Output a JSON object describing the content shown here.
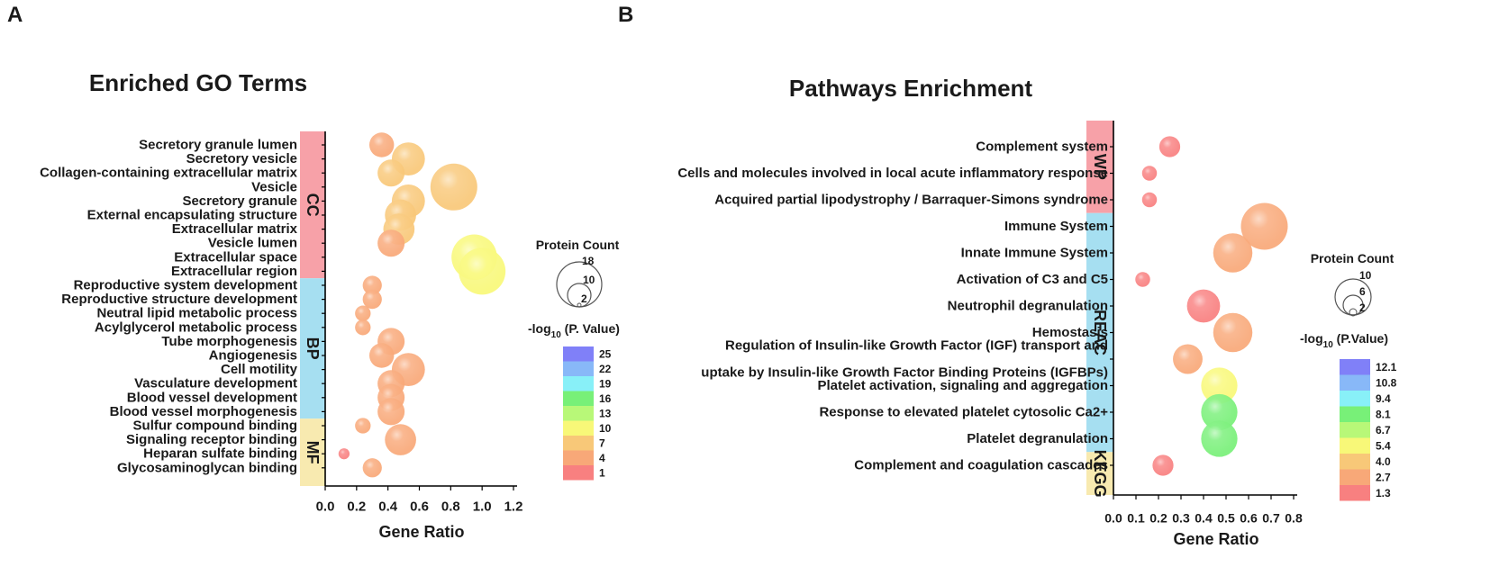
{
  "panel_labels": [
    "A",
    "B"
  ],
  "chart_data": [
    {
      "type": "scatter",
      "subtype": "bubble",
      "title": "Enriched GO Terms",
      "xlabel": "Gene Ratio",
      "xlim": [
        0,
        1.2
      ],
      "xticks": [
        "0.0",
        "0.2",
        "0.4",
        "0.6",
        "0.8",
        "1.0",
        "1.2"
      ],
      "categories": [
        "Secretory granule lumen",
        "Secretory vesicle",
        "Collagen-containing extracellular matrix",
        "Vesicle",
        "Secretory granule",
        "External encapsulating structure",
        "Extracellular matrix",
        "Vesicle lumen",
        "Extracellular space",
        "Extracellular region",
        "Reproductive system development",
        "Reproductive structure development",
        "Neutral lipid metabolic process",
        "Acylglycerol metabolic process",
        "Tube morphogenesis",
        "Angiogenesis",
        "Cell motility",
        "Vasculature development",
        "Blood vessel development",
        "Blood vessel morphogenesis",
        "Sulfur compound binding",
        "Signaling receptor binding",
        "Heparan sulfate binding",
        "Glycosaminoglycan binding"
      ],
      "x": [
        0.36,
        0.53,
        0.42,
        0.82,
        0.53,
        0.48,
        0.47,
        0.42,
        0.95,
        1.0,
        0.3,
        0.3,
        0.24,
        0.24,
        0.42,
        0.36,
        0.53,
        0.42,
        0.42,
        0.42,
        0.24,
        0.48,
        0.12,
        0.3
      ],
      "size": [
        5,
        9,
        6,
        18,
        9,
        8,
        8,
        6,
        17,
        18,
        3,
        3,
        2,
        2,
        6,
        5,
        9,
        6,
        6,
        6,
        2,
        8,
        1,
        3
      ],
      "color_value": [
        5,
        6,
        6,
        7,
        6,
        6,
        6,
        5,
        10,
        10,
        3,
        3,
        3,
        3,
        3,
        3,
        3,
        3,
        3,
        3,
        3,
        3,
        2,
        3
      ],
      "groups": [
        {
          "label": "CC",
          "start": 0,
          "end": 9,
          "color": "#f7a1a8"
        },
        {
          "label": "BP",
          "start": 10,
          "end": 19,
          "color": "#a6dff1"
        },
        {
          "label": "MF",
          "start": 20,
          "end": 23,
          "color": "#f8eab0"
        }
      ],
      "size_legend": {
        "title": "Protein Count",
        "values": [
          "18",
          "10",
          "2"
        ]
      },
      "color_legend": {
        "title_pre": "-log",
        "title_sub": "10",
        "title_post": " (P. Value)",
        "labels": [
          "25",
          "22",
          "19",
          "16",
          "13",
          "10",
          "7",
          "4",
          "1"
        ],
        "colors": [
          "#8080f8",
          "#88b8f8",
          "#88f0f8",
          "#78f078",
          "#b8f878",
          "#f8f878",
          "#f8c878",
          "#f8a878",
          "#f88080"
        ]
      }
    },
    {
      "type": "scatter",
      "subtype": "bubble",
      "title": "Pathways Enrichment",
      "xlabel": "Gene Ratio",
      "xlim": [
        0,
        0.8
      ],
      "xticks": [
        "0.0",
        "0.1",
        "0.2",
        "0.3",
        "0.4",
        "0.5",
        "0.6",
        "0.7",
        "0.8"
      ],
      "categories": [
        "Complement system",
        "Cells and molecules involved in local acute inflammatory response",
        "Acquired partial lipodystrophy / Barraquer-Simons syndrome",
        "Immune System",
        "Innate Immune System",
        "Activation of C3 and C5",
        "Neutrophil degranulation",
        "Hemostasis",
        "Regulation of Insulin-like Growth Factor (IGF) transport and uptake by Insulin-like Growth Factor Binding Proteins (IGFBPs)",
        "Platelet activation, signaling and aggregation",
        "Response to elevated platelet cytosolic Ca2+",
        "Platelet degranulation",
        "Complement and coagulation cascades"
      ],
      "display_labels": [
        [
          "Complement system"
        ],
        [
          "Cells and molecules involved in local acute inflammatory response"
        ],
        [
          "Acquired partial lipodystrophy / Barraquer-Simons syndrome"
        ],
        [
          "Immune System"
        ],
        [
          "Innate Immune System"
        ],
        [
          "Activation of C3 and C5"
        ],
        [
          "Neutrophil degranulation"
        ],
        [
          "Hemostasis"
        ],
        [
          "Regulation of Insulin-like Growth Factor (IGF) transport and",
          "uptake by Insulin-like Growth Factor Binding Proteins (IGFBPs)"
        ],
        [
          "Platelet activation, signaling and aggregation"
        ],
        [
          "Response to elevated platelet cytosolic Ca2+"
        ],
        [
          "Platelet degranulation"
        ],
        [
          "Complement and coagulation cascades"
        ]
      ],
      "x": [
        0.25,
        0.16,
        0.16,
        0.67,
        0.53,
        0.13,
        0.4,
        0.53,
        0.33,
        0.47,
        0.47,
        0.47,
        0.22
      ],
      "size": [
        2,
        1,
        1,
        10,
        7,
        1,
        5,
        7,
        4,
        6,
        6,
        6,
        2
      ],
      "color_value": [
        1.8,
        1.5,
        1.5,
        2.1,
        2.1,
        1.5,
        2.0,
        3.0,
        3.3,
        5.4,
        8.0,
        8.0,
        1.8
      ],
      "groups": [
        {
          "label": "WP",
          "start": 0,
          "end": 2,
          "color": "#f7a1a8"
        },
        {
          "label": "REAC",
          "start": 3,
          "end": 11,
          "color": "#a6dff1"
        },
        {
          "label": "KEGG",
          "start": 12,
          "end": 12,
          "color": "#f8eab0"
        }
      ],
      "size_legend": {
        "title": "Protein Count",
        "values": [
          "10",
          "6",
          "2"
        ]
      },
      "color_legend": {
        "title_pre": "-log",
        "title_sub": "10",
        "title_post": " (P.Value)",
        "labels": [
          "12.1",
          "10.8",
          "9.4",
          "8.1",
          "6.7",
          "5.4",
          "4.0",
          "2.7",
          "1.3"
        ],
        "colors": [
          "#8080f8",
          "#88b8f8",
          "#88f0f8",
          "#78f078",
          "#b8f878",
          "#f8f878",
          "#f8c878",
          "#f8a878",
          "#f88080"
        ]
      }
    }
  ]
}
